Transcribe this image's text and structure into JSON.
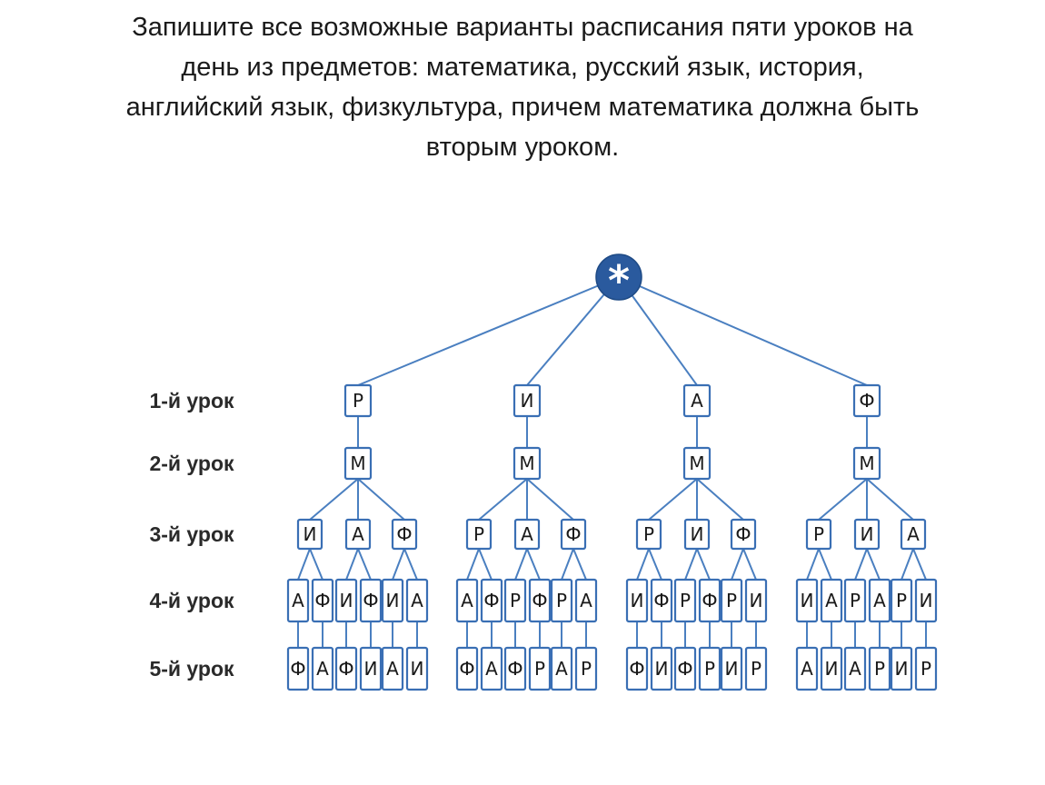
{
  "title": {
    "lines": [
      "Запишите все возможные варианты расписания пяти уроков на",
      "день из предметов: математика, русский язык, история,",
      "английский язык, физкультура, причем математика должна быть",
      "вторым уроком."
    ]
  },
  "diagram": {
    "colors": {
      "node_border": "#3a6fb4",
      "edge": "#4a7fc0",
      "root_fill": "#2a5a9e"
    },
    "root": "*",
    "levels": [
      "1-й урок",
      "2-й урок",
      "3-й урок",
      "4-й урок",
      "5-й урок"
    ],
    "branches": [
      {
        "first": "Р",
        "second": "М",
        "third": [
          {
            "label": "И",
            "fourth": [
              {
                "label": "А",
                "fifth": "Ф"
              },
              {
                "label": "Ф",
                "fifth": "А"
              }
            ]
          },
          {
            "label": "А",
            "fourth": [
              {
                "label": "И",
                "fifth": "Ф"
              },
              {
                "label": "Ф",
                "fifth": "И"
              }
            ]
          },
          {
            "label": "Ф",
            "fourth": [
              {
                "label": "И",
                "fifth": "А"
              },
              {
                "label": "А",
                "fifth": "И"
              }
            ]
          }
        ]
      },
      {
        "first": "И",
        "second": "М",
        "third": [
          {
            "label": "Р",
            "fourth": [
              {
                "label": "А",
                "fifth": "Ф"
              },
              {
                "label": "Ф",
                "fifth": "А"
              }
            ]
          },
          {
            "label": "А",
            "fourth": [
              {
                "label": "Р",
                "fifth": "Ф"
              },
              {
                "label": "Ф",
                "fifth": "Р"
              }
            ]
          },
          {
            "label": "Ф",
            "fourth": [
              {
                "label": "Р",
                "fifth": "А"
              },
              {
                "label": "А",
                "fifth": "Р"
              }
            ]
          }
        ]
      },
      {
        "first": "А",
        "second": "М",
        "third": [
          {
            "label": "Р",
            "fourth": [
              {
                "label": "И",
                "fifth": "Ф"
              },
              {
                "label": "Ф",
                "fifth": "И"
              }
            ]
          },
          {
            "label": "И",
            "fourth": [
              {
                "label": "Р",
                "fifth": "Ф"
              },
              {
                "label": "Ф",
                "fifth": "Р"
              }
            ]
          },
          {
            "label": "Ф",
            "fourth": [
              {
                "label": "Р",
                "fifth": "И"
              },
              {
                "label": "И",
                "fifth": "Р"
              }
            ]
          }
        ]
      },
      {
        "first": "Ф",
        "second": "М",
        "third": [
          {
            "label": "Р",
            "fourth": [
              {
                "label": "И",
                "fifth": "А"
              },
              {
                "label": "А",
                "fifth": "И"
              }
            ]
          },
          {
            "label": "И",
            "fourth": [
              {
                "label": "Р",
                "fifth": "А"
              },
              {
                "label": "А",
                "fifth": "Р"
              }
            ]
          },
          {
            "label": "А",
            "fourth": [
              {
                "label": "Р",
                "fifth": "И"
              },
              {
                "label": "И",
                "fifth": "Р"
              }
            ]
          }
        ]
      }
    ]
  }
}
